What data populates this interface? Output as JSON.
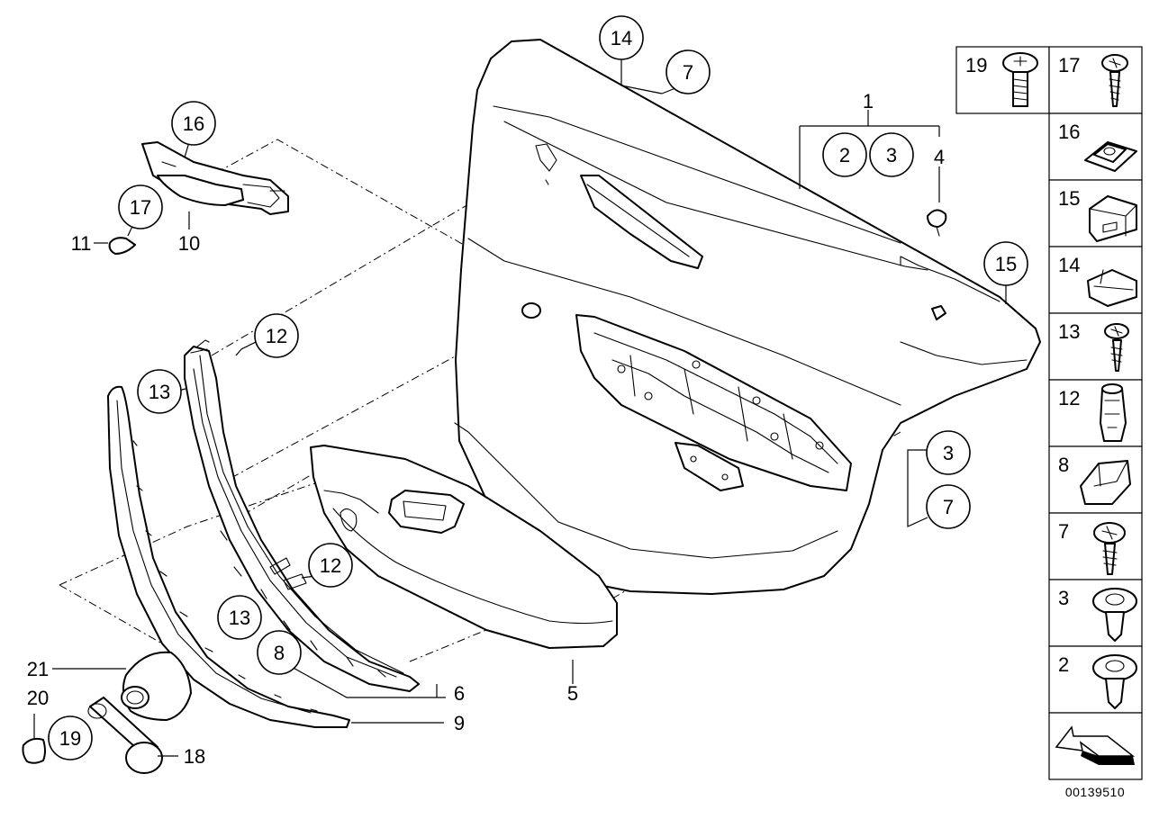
{
  "diagram_ref": "00139510",
  "callouts": {
    "c1": "1",
    "c2": "2",
    "c3a": "3",
    "c3b": "3",
    "c4": "4",
    "c5": "5",
    "c6": "6",
    "c7a": "7",
    "c7b": "7",
    "c8": "8",
    "c9": "9",
    "c10": "10",
    "c11": "11",
    "c12a": "12",
    "c12b": "12",
    "c13a": "13",
    "c13b": "13",
    "c14": "14",
    "c15": "15",
    "c16": "16",
    "c17": "17",
    "c18": "18",
    "c19": "19",
    "c20": "20",
    "c21": "21"
  },
  "legend": {
    "l19": "19",
    "l17": "17",
    "l16": "16",
    "l15": "15",
    "l14": "14",
    "l13": "13",
    "l12": "12",
    "l8": "8",
    "l7": "7",
    "l3": "3",
    "l2": "2"
  }
}
